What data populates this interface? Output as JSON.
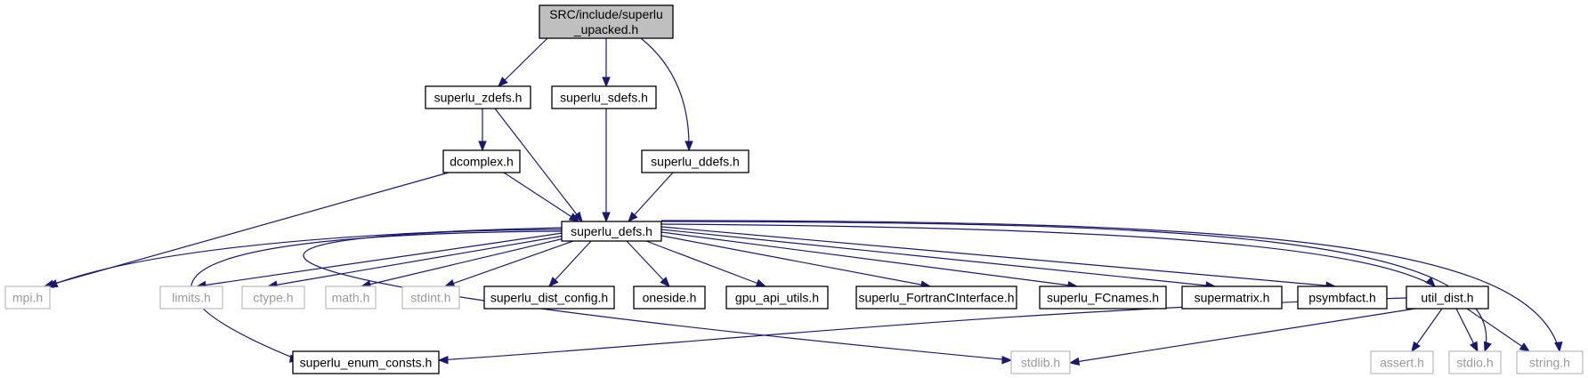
{
  "graph": {
    "nodes": {
      "root": {
        "lines": [
          "SRC/include/superlu",
          "_upacked.h"
        ],
        "kind": "root"
      },
      "zdefs": {
        "lines": [
          "superlu_zdefs.h"
        ],
        "kind": "local"
      },
      "sdefs": {
        "lines": [
          "superlu_sdefs.h"
        ],
        "kind": "local"
      },
      "dcomplex": {
        "lines": [
          "dcomplex.h"
        ],
        "kind": "local"
      },
      "ddefs": {
        "lines": [
          "superlu_ddefs.h"
        ],
        "kind": "local"
      },
      "defs": {
        "lines": [
          "superlu_defs.h"
        ],
        "kind": "local"
      },
      "mpi": {
        "lines": [
          "mpi.h"
        ],
        "kind": "external"
      },
      "limits": {
        "lines": [
          "limits.h"
        ],
        "kind": "external"
      },
      "ctype": {
        "lines": [
          "ctype.h"
        ],
        "kind": "external"
      },
      "math": {
        "lines": [
          "math.h"
        ],
        "kind": "external"
      },
      "stdint": {
        "lines": [
          "stdint.h"
        ],
        "kind": "external"
      },
      "distconfig": {
        "lines": [
          "superlu_dist_config.h"
        ],
        "kind": "local"
      },
      "oneside": {
        "lines": [
          "oneside.h"
        ],
        "kind": "local"
      },
      "gpu": {
        "lines": [
          "gpu_api_utils.h"
        ],
        "kind": "local"
      },
      "fortran": {
        "lines": [
          "superlu_FortranCInterface.h"
        ],
        "kind": "local"
      },
      "fcnames": {
        "lines": [
          "superlu_FCnames.h"
        ],
        "kind": "local"
      },
      "supermatrix": {
        "lines": [
          "supermatrix.h"
        ],
        "kind": "local"
      },
      "psymbfact": {
        "lines": [
          "psymbfact.h"
        ],
        "kind": "local"
      },
      "utildist": {
        "lines": [
          "util_dist.h"
        ],
        "kind": "local"
      },
      "enum": {
        "lines": [
          "superlu_enum_consts.h"
        ],
        "kind": "local"
      },
      "stdlib": {
        "lines": [
          "stdlib.h"
        ],
        "kind": "external"
      },
      "assert": {
        "lines": [
          "assert.h"
        ],
        "kind": "external"
      },
      "stdio": {
        "lines": [
          "stdio.h"
        ],
        "kind": "external"
      },
      "string": {
        "lines": [
          "string.h"
        ],
        "kind": "external"
      }
    },
    "edges": [
      [
        "root",
        "zdefs"
      ],
      [
        "root",
        "sdefs"
      ],
      [
        "root",
        "ddefs"
      ],
      [
        "zdefs",
        "dcomplex"
      ],
      [
        "zdefs",
        "defs"
      ],
      [
        "sdefs",
        "defs"
      ],
      [
        "dcomplex",
        "defs"
      ],
      [
        "dcomplex",
        "mpi"
      ],
      [
        "ddefs",
        "defs"
      ],
      [
        "defs",
        "mpi"
      ],
      [
        "defs",
        "limits"
      ],
      [
        "defs",
        "ctype"
      ],
      [
        "defs",
        "math"
      ],
      [
        "defs",
        "stdint"
      ],
      [
        "defs",
        "distconfig"
      ],
      [
        "defs",
        "oneside"
      ],
      [
        "defs",
        "gpu"
      ],
      [
        "defs",
        "fortran"
      ],
      [
        "defs",
        "fcnames"
      ],
      [
        "defs",
        "supermatrix"
      ],
      [
        "defs",
        "psymbfact"
      ],
      [
        "defs",
        "utildist"
      ],
      [
        "defs",
        "enum"
      ],
      [
        "defs",
        "stdlib"
      ],
      [
        "defs",
        "stdio"
      ],
      [
        "defs",
        "string"
      ],
      [
        "utildist",
        "enum"
      ],
      [
        "utildist",
        "stdlib"
      ],
      [
        "utildist",
        "assert"
      ],
      [
        "utildist",
        "stdio"
      ],
      [
        "utildist",
        "string"
      ]
    ]
  }
}
